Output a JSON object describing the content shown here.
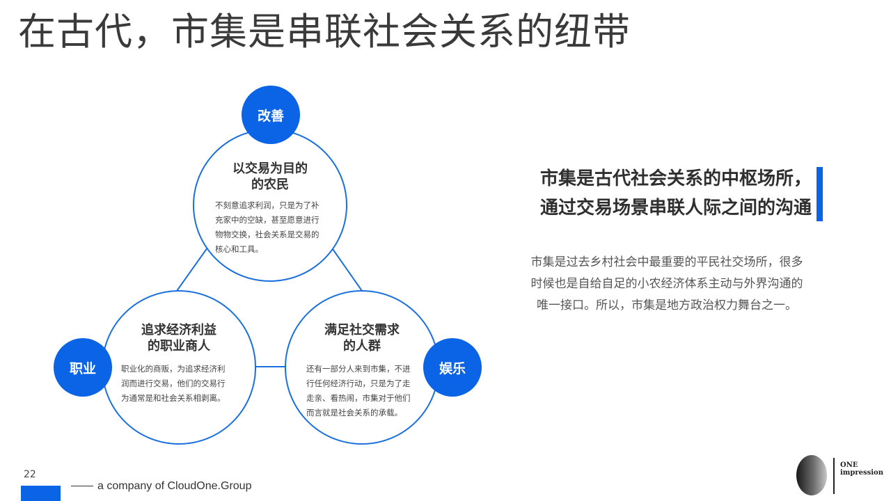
{
  "title": "在古代，市集是串联社会关系的纽带",
  "circles": {
    "top": {
      "badge": "改善",
      "title_lines": [
        "以交易为目的",
        "的农民"
      ],
      "body_lines": [
        "不刻意追求利润，只是为了补",
        "充家中的空缺，甚至愿意进行",
        "物物交换，社会关系是交易的",
        "核心和工具。"
      ]
    },
    "left": {
      "badge": "职业",
      "title_lines": [
        "追求经济利益",
        "的职业商人"
      ],
      "body_lines": [
        "职业化的商贩，为追求经济利",
        "润而进行交易，他们的交易行",
        "为通常是和社会关系相剥离。"
      ]
    },
    "right": {
      "badge": "娱乐",
      "title_lines": [
        "满足社交需求",
        "的人群"
      ],
      "body_lines": [
        "还有一部分人来到市集，不进",
        "行任何经济行动，只是为了走",
        "走亲、看热闹，市集对于他们",
        "而言就是社会关系的承载。"
      ]
    }
  },
  "headline_lines": [
    "市集是古代社会关系的中枢场所，",
    "通过交易场景串联人际之间的沟通"
  ],
  "description_lines": [
    "市集是过去乡村社会中最重要的平民社交场所，很多",
    "时候也是自给自足的小农经济体系主动与外界沟通的",
    "唯一接口。所以，市集是地方政治权力舞台之一。"
  ],
  "footer": {
    "page_number": "22",
    "company": "a company of CloudOne.Group"
  },
  "logo": {
    "line1": "ONE",
    "line2": "impression"
  },
  "colors": {
    "accent": "#0b63e5",
    "circle_stroke": "#1a6fdf"
  }
}
